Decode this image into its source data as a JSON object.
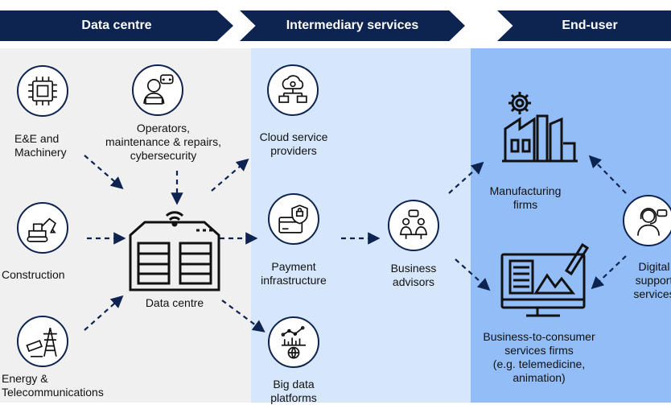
{
  "banners": {
    "data_centre": "Data centre",
    "intermediary": "Intermediary services",
    "end_user": "End-user"
  },
  "nodes": {
    "ee": {
      "line1": "E&E and",
      "line2": "Machinery",
      "icon": "chip-icon"
    },
    "operators": {
      "line1": "Operators,",
      "line2": "maintenance & repairs,",
      "line3": "cybersecurity",
      "icon": "operator-icon"
    },
    "construction": {
      "line1": "Construction",
      "icon": "excavator-icon"
    },
    "energy": {
      "line1": "Energy &",
      "line2": "Telecommunications",
      "icon": "power-tower-icon"
    },
    "datacentre": {
      "line1": "Data centre",
      "icon": "data-centre-icon"
    },
    "cloud": {
      "line1": "Cloud service",
      "line2": "providers",
      "icon": "cloud-network-icon"
    },
    "payment": {
      "line1": "Payment",
      "line2": "infrastructure",
      "icon": "payment-card-icon"
    },
    "bigdata": {
      "line1": "Big data",
      "line2": "platforms",
      "icon": "big-data-icon"
    },
    "advisors": {
      "line1": "Business",
      "line2": "advisors",
      "icon": "meeting-icon"
    },
    "manufacturing": {
      "line1": "Manufacturing",
      "line2": "firms",
      "icon": "factory-icon"
    },
    "b2c": {
      "line1": "Business-to-consumer",
      "line2": "services firms",
      "line3": "(e.g. telemedicine,",
      "line4": "animation)",
      "icon": "design-monitor-icon"
    },
    "digital": {
      "line1": "Digital",
      "line2": "support",
      "line3": "services",
      "icon": "support-agent-icon"
    }
  },
  "colors": {
    "navy": "#0d2350",
    "zone_data_centre": "#f0f0f0",
    "zone_intermediary": "#d6e6fb",
    "zone_end_user": "#92bdf6"
  }
}
